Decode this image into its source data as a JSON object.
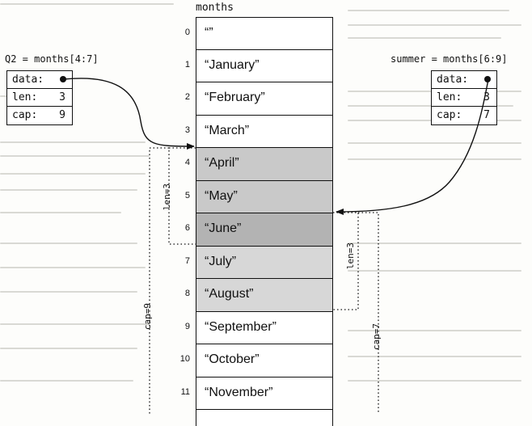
{
  "array": {
    "title": "months",
    "cells": [
      {
        "index": "0",
        "value": "“”"
      },
      {
        "index": "1",
        "value": "“January”"
      },
      {
        "index": "2",
        "value": "“February”"
      },
      {
        "index": "3",
        "value": "“March”"
      },
      {
        "index": "4",
        "value": "“April”"
      },
      {
        "index": "5",
        "value": "“May”"
      },
      {
        "index": "6",
        "value": "“June”"
      },
      {
        "index": "7",
        "value": "“July”"
      },
      {
        "index": "8",
        "value": "“August”"
      },
      {
        "index": "9",
        "value": "“September”"
      },
      {
        "index": "10",
        "value": "“October”"
      },
      {
        "index": "11",
        "value": "“November”"
      }
    ]
  },
  "q2": {
    "title": "Q2 = months[4:7]",
    "data_label": "data:",
    "len_label": "len:",
    "len_value": "3",
    "cap_label": "cap:",
    "cap_value": "9",
    "len_bracket": "len=3",
    "cap_bracket": "cap=9"
  },
  "summer": {
    "title": "summer = months[6:9]",
    "data_label": "data:",
    "len_label": "len:",
    "len_value": "3",
    "cap_label": "cap:",
    "cap_value": "7",
    "len_bracket": "len=3",
    "cap_bracket": "cap=7"
  }
}
